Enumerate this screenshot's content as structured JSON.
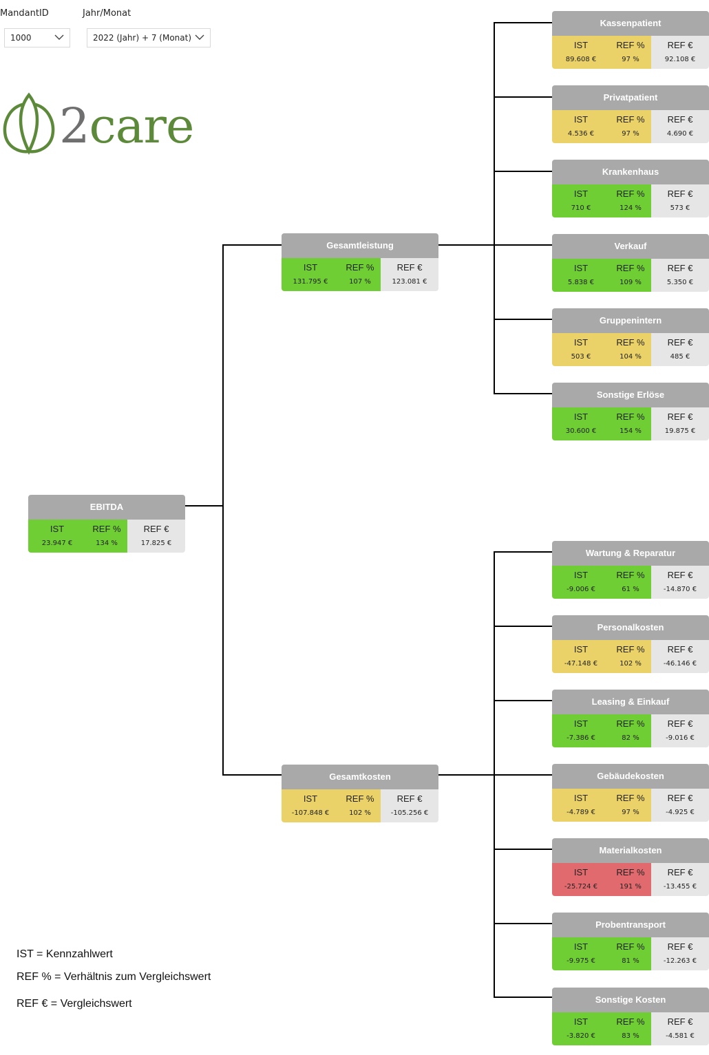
{
  "filters": {
    "mandant": {
      "label": "MandantID",
      "value": "1000"
    },
    "period": {
      "label": "Jahr/Monat",
      "value": "2022 (Jahr) + 7 (Monat)"
    }
  },
  "logo": {
    "text_prefix": "2",
    "text_suffix": "care",
    "color": "#5d8a3a"
  },
  "colors": {
    "green": "#6fce34",
    "yellow": "#ead269",
    "red": "#e06a6e",
    "header": "#a9a9a9",
    "ref": "#e6e6e6"
  },
  "col_labels": {
    "ist": "IST",
    "pct": "REF %",
    "ref": "REF €"
  },
  "nodes": {
    "ebitda": {
      "title": "EBITDA",
      "ist": "23.947 €",
      "pct": "134 %",
      "ref": "17.825 €",
      "status": "green"
    },
    "gesamtleistung": {
      "title": "Gesamtleistung",
      "ist": "131.795 €",
      "pct": "107 %",
      "ref": "123.081 €",
      "status": "green"
    },
    "gesamtkosten": {
      "title": "Gesamtkosten",
      "ist": "-107.848 €",
      "pct": "102 %",
      "ref": "-105.256 €",
      "status": "yellow"
    },
    "kassenpatient": {
      "title": "Kassenpatient",
      "ist": "89.608 €",
      "pct": "97 %",
      "ref": "92.108 €",
      "status": "yellow"
    },
    "privatpatient": {
      "title": "Privatpatient",
      "ist": "4.536 €",
      "pct": "97 %",
      "ref": "4.690 €",
      "status": "yellow"
    },
    "krankenhaus": {
      "title": "Krankenhaus",
      "ist": "710 €",
      "pct": "124 %",
      "ref": "573 €",
      "status": "green"
    },
    "verkauf": {
      "title": "Verkauf",
      "ist": "5.838 €",
      "pct": "109 %",
      "ref": "5.350 €",
      "status": "green"
    },
    "gruppenintern": {
      "title": "Gruppenintern",
      "ist": "503 €",
      "pct": "104 %",
      "ref": "485 €",
      "status": "yellow"
    },
    "sonstige_erloese": {
      "title": "Sonstige Erlöse",
      "ist": "30.600 €",
      "pct": "154 %",
      "ref": "19.875 €",
      "status": "green"
    },
    "wartung": {
      "title": "Wartung & Reparatur",
      "ist": "-9.006 €",
      "pct": "61 %",
      "ref": "-14.870 €",
      "status": "green"
    },
    "personalkosten": {
      "title": "Personalkosten",
      "ist": "-47.148 €",
      "pct": "102 %",
      "ref": "-46.146 €",
      "status": "yellow"
    },
    "leasing": {
      "title": "Leasing & Einkauf",
      "ist": "-7.386 €",
      "pct": "82 %",
      "ref": "-9.016 €",
      "status": "green"
    },
    "gebaeudekosten": {
      "title": "Gebäudekosten",
      "ist": "-4.789 €",
      "pct": "97 %",
      "ref": "-4.925 €",
      "status": "yellow"
    },
    "materialkosten": {
      "title": "Materialkosten",
      "ist": "-25.724 €",
      "pct": "191 %",
      "ref": "-13.455 €",
      "status": "red"
    },
    "probentransport": {
      "title": "Probentransport",
      "ist": "-9.975 €",
      "pct": "81 %",
      "ref": "-12.263 €",
      "status": "green"
    },
    "sonstige_kosten": {
      "title": "Sonstige Kosten",
      "ist": "-3.820 €",
      "pct": "83 %",
      "ref": "-4.581 €",
      "status": "green"
    }
  },
  "legend": {
    "ist": "IST = Kennzahlwert",
    "pct": "REF % = Verhältnis zum Vergleichswert",
    "ref": "REF € = Vergleichswert"
  }
}
